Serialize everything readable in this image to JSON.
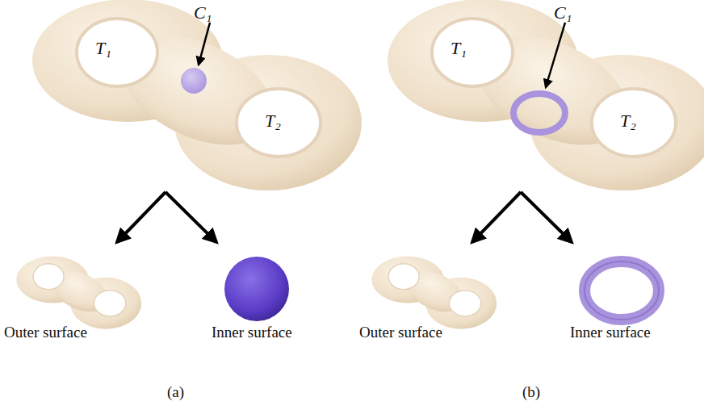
{
  "diagram": {
    "labels": [
      "T₁",
      "C₁",
      "T₂",
      "Outer surface",
      "Inner surface",
      "(a)",
      "T₁",
      "C₁",
      "T₂",
      "Outer surface",
      "Inner surface",
      "(b)"
    ]
  }
}
